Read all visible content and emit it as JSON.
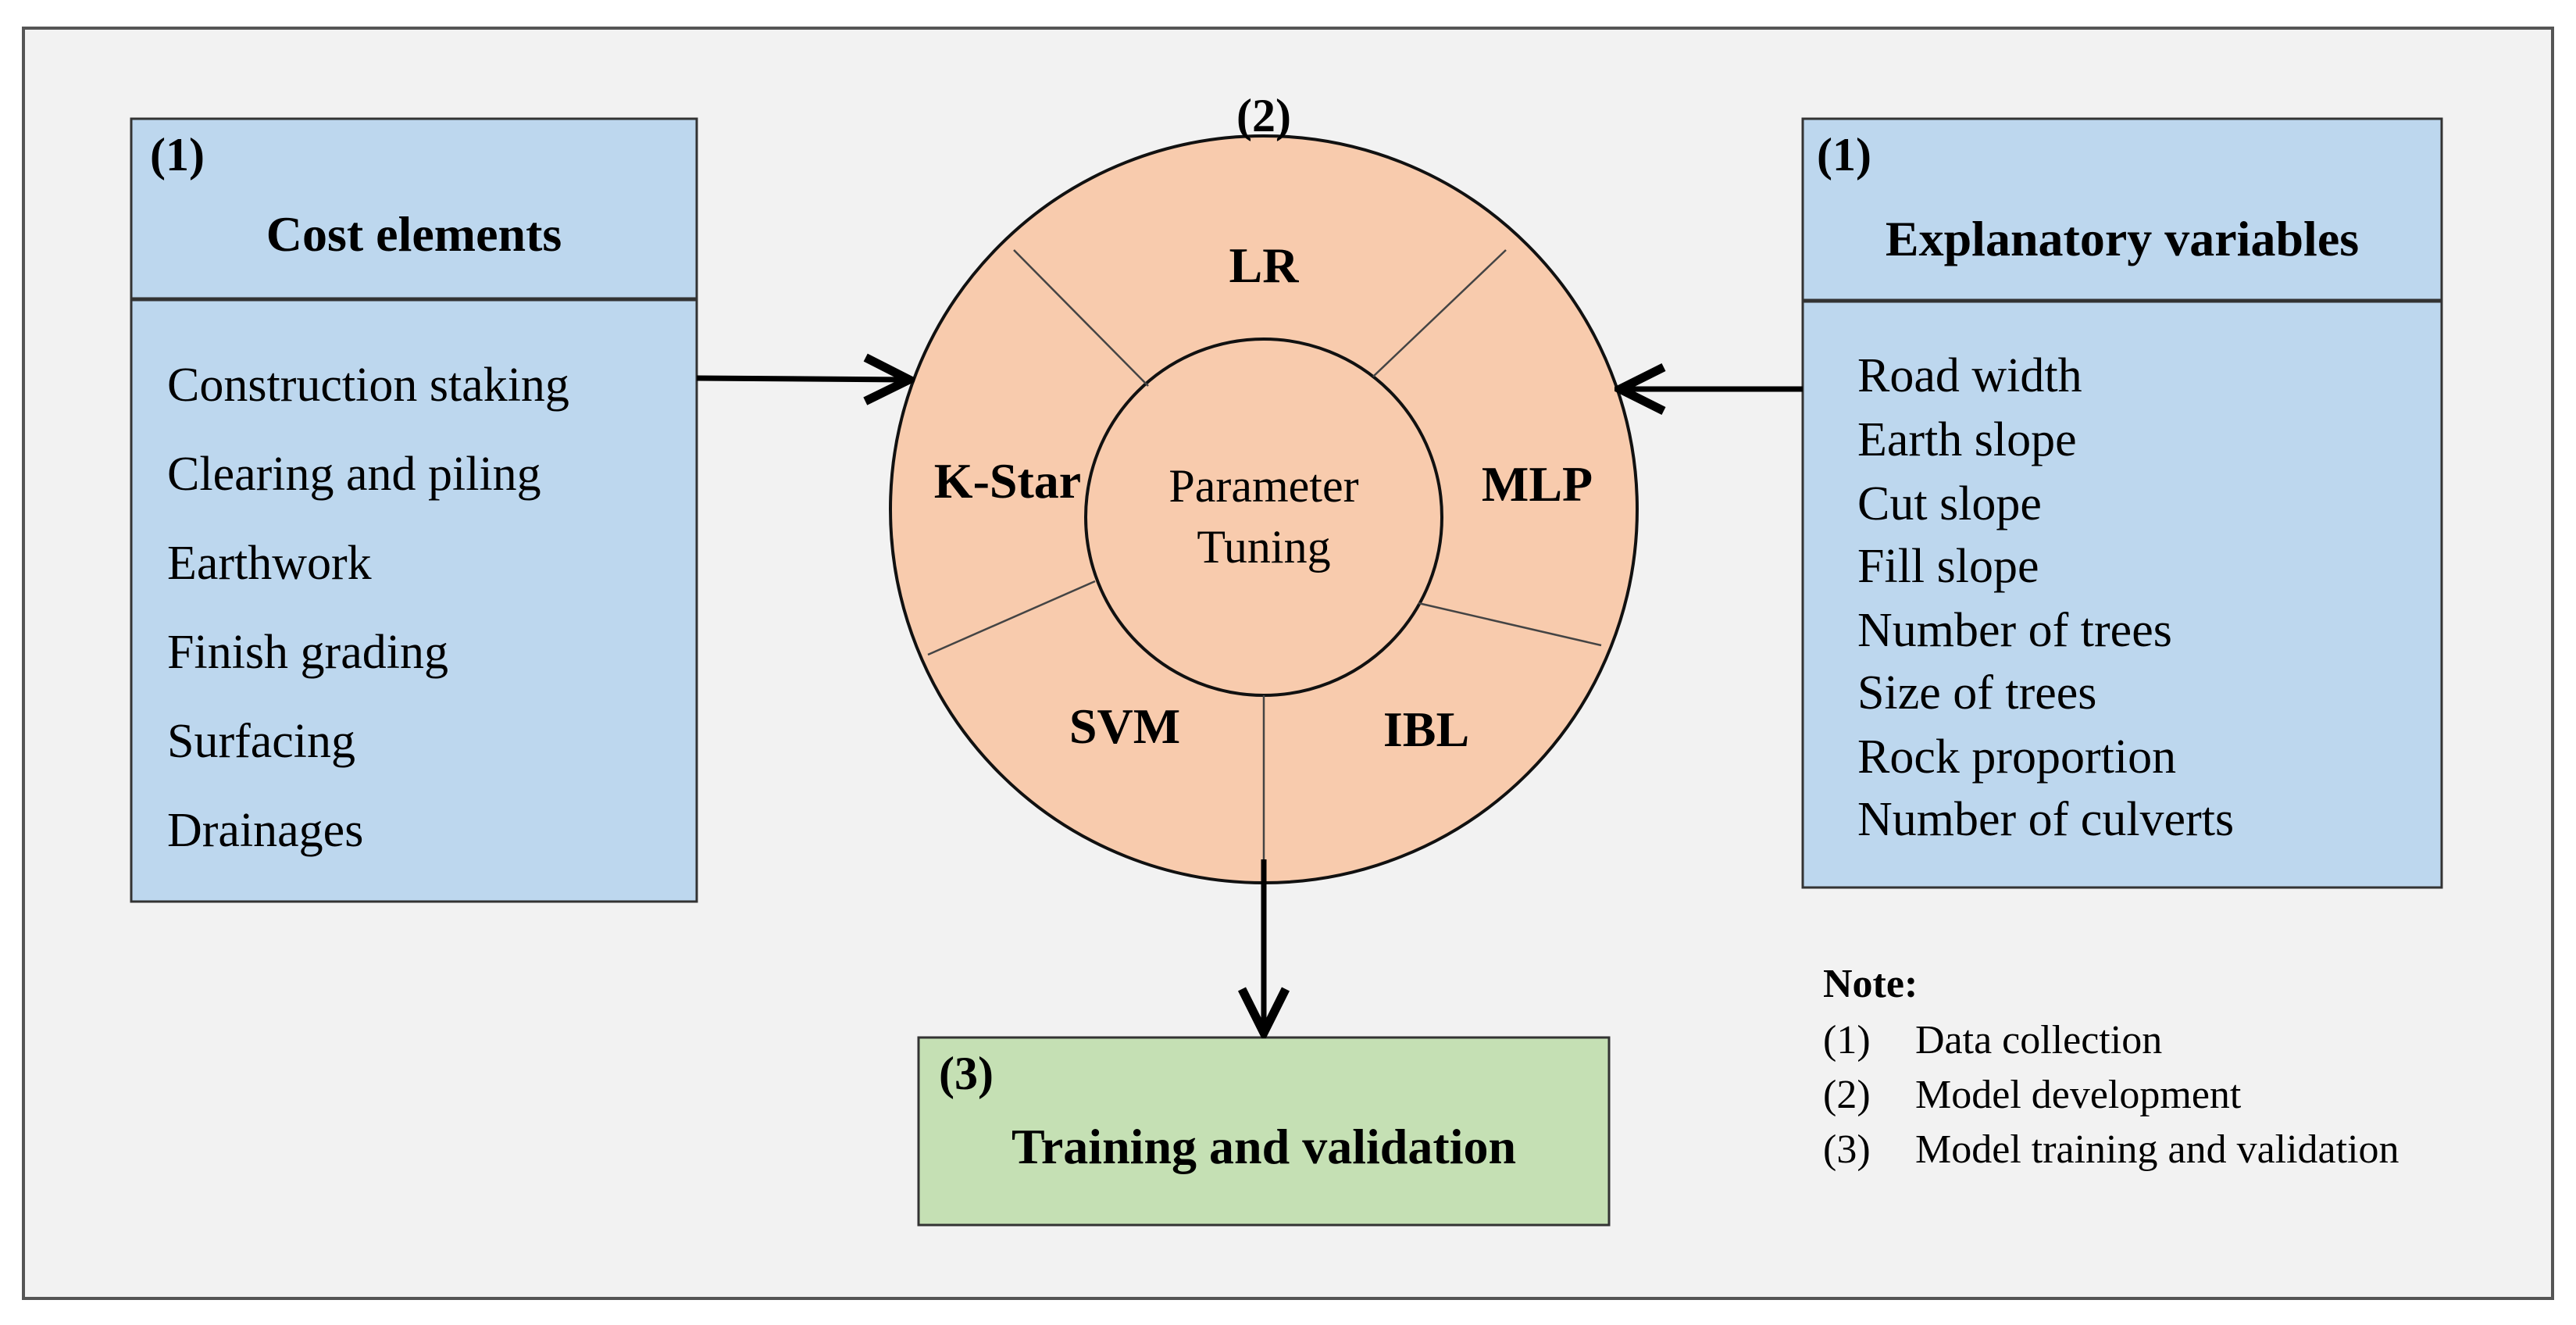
{
  "left_box": {
    "number": "(1)",
    "title": "Cost elements",
    "items": [
      "Construction staking",
      "Clearing and piling",
      "Earthwork",
      "Finish grading",
      "Surfacing",
      "Drainages"
    ]
  },
  "right_box": {
    "number": "(1)",
    "title": "Explanatory variables",
    "items": [
      "Road width",
      "Earth slope",
      "Cut slope",
      "Fill slope",
      "Number of trees",
      "Size of trees",
      "Rock proportion",
      "Number of culverts"
    ]
  },
  "center": {
    "number": "(2)",
    "inner_line1": "Parameter",
    "inner_line2": "Tuning",
    "segments": {
      "top": "LR",
      "left": "K-Star",
      "right": "MLP",
      "bottom_left": "SVM",
      "bottom_right": "IBL"
    }
  },
  "bottom_box": {
    "number": "(3)",
    "title": "Training and validation"
  },
  "note": {
    "title": "Note:",
    "items": [
      {
        "num": "(1)",
        "text": "Data collection"
      },
      {
        "num": "(2)",
        "text": "Model development"
      },
      {
        "num": "(3)",
        "text": "Model training and validation"
      }
    ]
  },
  "colors": {
    "blue_box": "#bdd7ee",
    "green_box": "#c5e0b4",
    "circle_fill": "#f8cbad",
    "canvas_bg": "#f2f2f2"
  }
}
